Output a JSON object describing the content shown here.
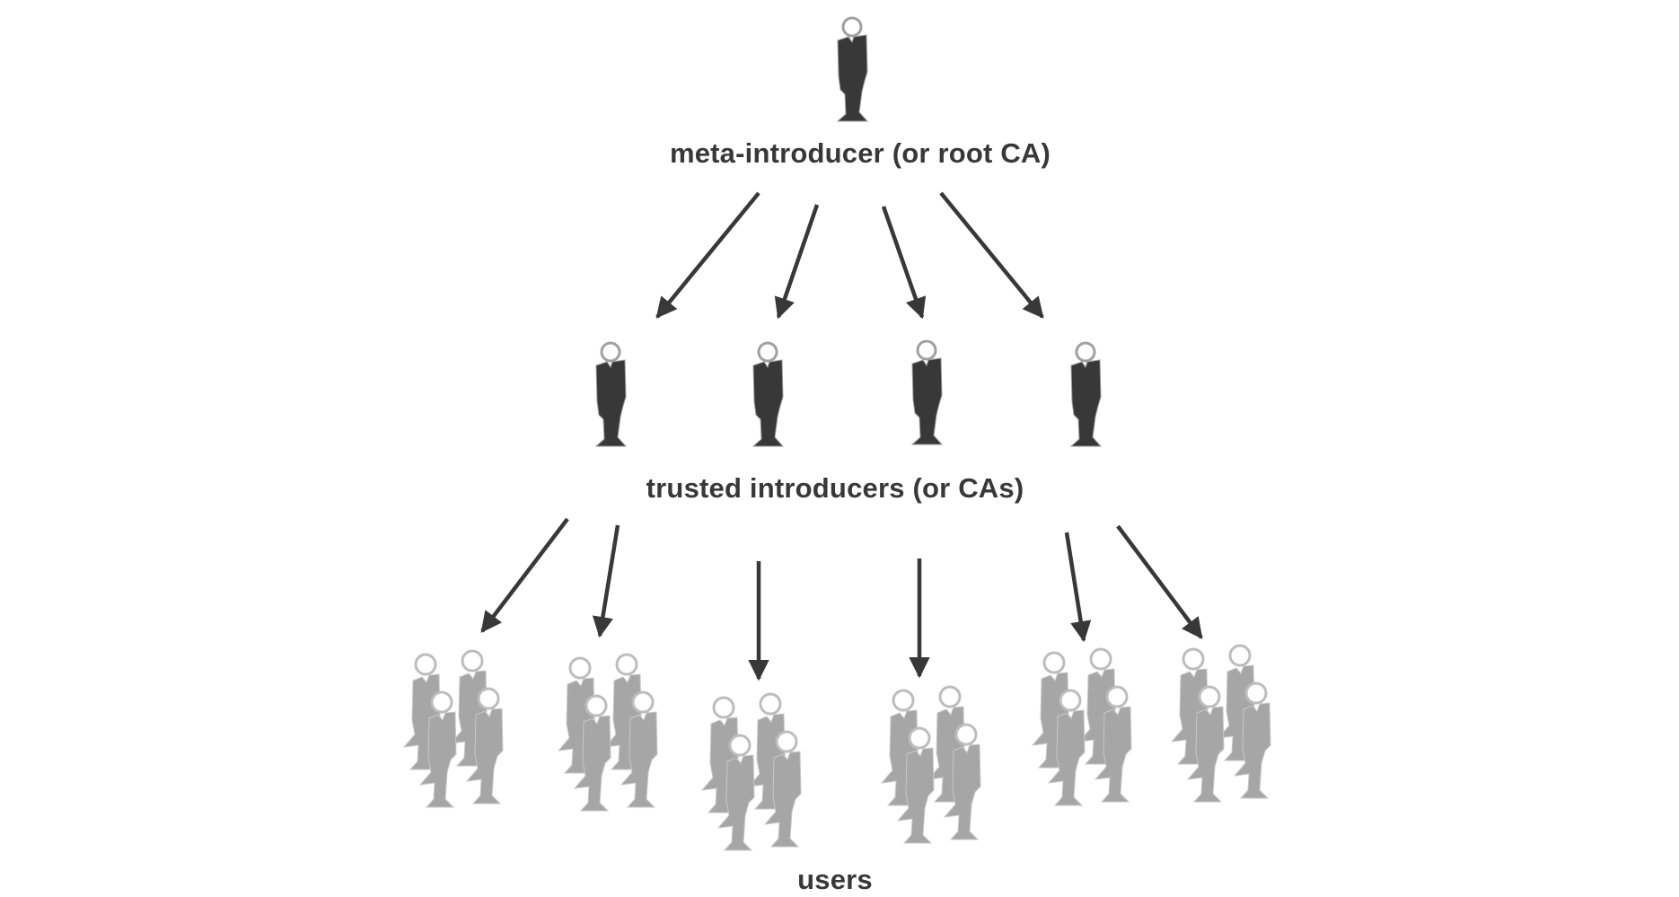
{
  "diagram": {
    "type": "trust-hierarchy",
    "colors": {
      "ink": "#383838",
      "user_fill": "#a6a6a6",
      "head_outline": "#b8b8b8",
      "background": "#ffffff"
    },
    "levels": [
      {
        "id": "root",
        "label": "meta-introducer (or root CA)",
        "node_count": 1,
        "node_style": "dark-person"
      },
      {
        "id": "intermediate",
        "label": "trusted introducers (or CAs)",
        "node_count": 4,
        "node_style": "dark-person"
      },
      {
        "id": "users",
        "label": "users",
        "node_count": 6,
        "node_style": "gray-person-group",
        "people_per_group": 4
      }
    ],
    "edges": [
      {
        "from": "root",
        "to": "intermediate-1"
      },
      {
        "from": "root",
        "to": "intermediate-2"
      },
      {
        "from": "root",
        "to": "intermediate-3"
      },
      {
        "from": "root",
        "to": "intermediate-4"
      },
      {
        "from": "intermediate",
        "to": "users-group-1"
      },
      {
        "from": "intermediate",
        "to": "users-group-2"
      },
      {
        "from": "intermediate",
        "to": "users-group-3"
      },
      {
        "from": "intermediate",
        "to": "users-group-4"
      },
      {
        "from": "intermediate",
        "to": "users-group-5"
      },
      {
        "from": "intermediate",
        "to": "users-group-6"
      }
    ]
  }
}
